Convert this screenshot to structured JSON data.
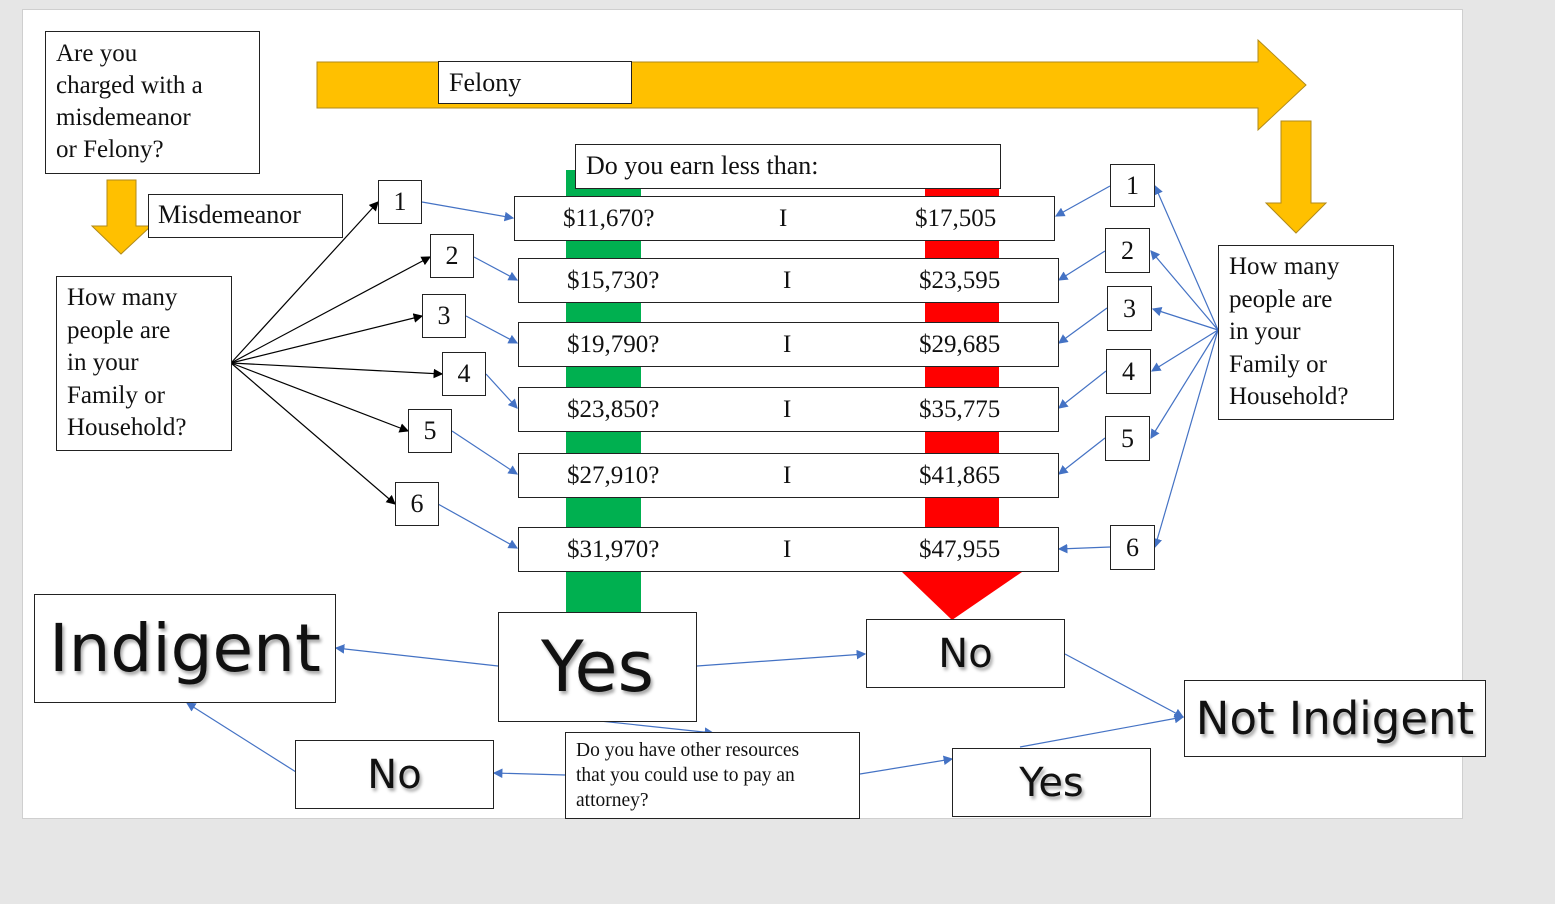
{
  "question_charge": "Are you\ncharged with a\nmisdemeanor\nor Felony?",
  "felony_label": "Felony",
  "misdemeanor_label": "Misdemeanor",
  "household_question_left": "How many\npeople are\nin your\nFamily or\nHousehold?",
  "household_question_right": "How many\npeople are\nin your\nFamily or\nHousehold?",
  "earn_question": "Do you earn less than:",
  "income_rows": [
    {
      "size": "1",
      "misdemeanor": "$11,670?",
      "sep": "I",
      "felony": "$17,505"
    },
    {
      "size": "2",
      "misdemeanor": "$15,730?",
      "sep": "I",
      "felony": "$23,595"
    },
    {
      "size": "3",
      "misdemeanor": "$19,790?",
      "sep": "I",
      "felony": "$29,685"
    },
    {
      "size": "4",
      "misdemeanor": "$23,850?",
      "sep": "I",
      "felony": "$35,775"
    },
    {
      "size": "5",
      "misdemeanor": "$27,910?",
      "sep": "I",
      "felony": "$41,865"
    },
    {
      "size": "6",
      "misdemeanor": "$31,970?",
      "sep": "I",
      "felony": "$47,955"
    }
  ],
  "outcome_indigent": "Indigent",
  "outcome_not_indigent": "Not Indigent",
  "answer_yes_main": "Yes",
  "answer_no_main": "No",
  "resources_question": "Do you have other resources\nthat you could use to pay an\nattorney?",
  "answer_no_resources": "No",
  "answer_yes_resources": "Yes",
  "colors": {
    "yellow": "#ffc000",
    "green": "#00b050",
    "red": "#ff0000",
    "blue_arrow": "#4472c4",
    "black_arrow": "#000000"
  }
}
